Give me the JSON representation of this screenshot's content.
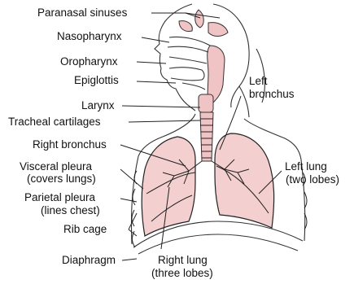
{
  "labels": {
    "paranasal_sinuses": "Paranasal sinuses",
    "nasopharynx": "Nasopharynx",
    "oropharynx": "Oropharynx",
    "epiglottis": "Epiglottis",
    "larynx": "Larynx",
    "tracheal_cartilages": "Tracheal cartilages",
    "right_bronchus": "Right bronchus",
    "visceral_pleura": "Visceral pleura",
    "visceral_pleura_note": "(covers lungs)",
    "parietal_pleura": "Parietal pleura",
    "parietal_pleura_note": "(lines chest)",
    "rib_cage": "Rib cage",
    "diaphragm": "Diaphragm",
    "right_lung": "Right lung",
    "right_lung_note": "(three lobes)",
    "left_bronchus_1": "Left",
    "left_bronchus_2": "bronchus",
    "left_lung": "Left lung",
    "left_lung_note": "(two lobes)"
  },
  "colors": {
    "lung_fill": "#f3cfcf",
    "airway_fill": "#f0c4c4",
    "outline": "#222222"
  }
}
